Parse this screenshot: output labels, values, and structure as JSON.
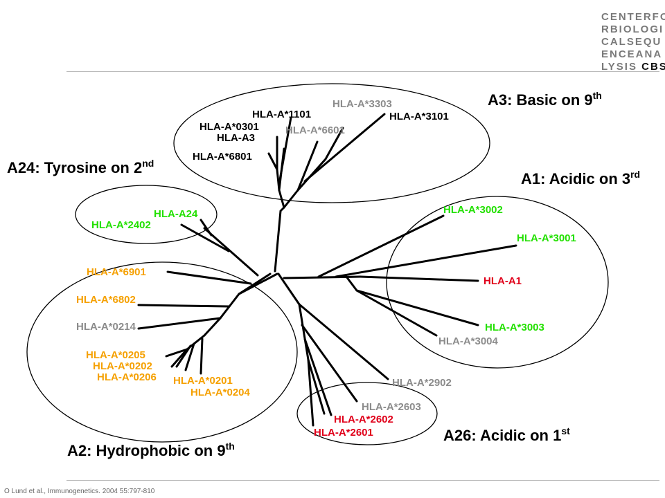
{
  "logo": {
    "lines": [
      "CENTERFO",
      "RBIOLOGI",
      "CALSEQU",
      "ENCEANA",
      "LYSIS"
    ],
    "suffix": "CBS"
  },
  "citation": "O Lund et al., Immunogenetics. 2004 55:797-810",
  "colors": {
    "black": "#000000",
    "green": "#22e000",
    "orange": "#f5a000",
    "red": "#e0001a",
    "gray": "#8c8c8c"
  },
  "groups": {
    "a3": {
      "main": "A3: Basic on 9",
      "sup": "th"
    },
    "a24": {
      "main": "A24: Tyrosine on 2",
      "sup": "nd"
    },
    "a1": {
      "main": "A1: Acidic on 3",
      "sup": "rd"
    },
    "a2": {
      "main": "A2: Hydrophobic on 9",
      "sup": "th"
    },
    "a26": {
      "main": "A26: Acidic on 1",
      "sup": "st"
    }
  },
  "leaves": {
    "a3303": "HLA-A*3303",
    "a1101": "HLA-A*1101",
    "a3101": "HLA-A*3101",
    "a0301": "HLA-A*0301",
    "a6601": "HLA-A*6601",
    "a3": "HLA-A3",
    "a6801": "HLA-A*6801",
    "a24": "HLA-A24",
    "a2402": "HLA-A*2402",
    "a3002": "HLA-A*3002",
    "a3001": "HLA-A*3001",
    "a1": "HLA-A1",
    "a3003": "HLA-A*3003",
    "a3004": "HLA-A*3004",
    "a6901": "HLA-A*6901",
    "a6802": "HLA-A*6802",
    "a0214": "HLA-A*0214",
    "a0205": "HLA-A*0205",
    "a0202": "HLA-A*0202",
    "a0206": "HLA-A*0206",
    "a0201": "HLA-A*0201",
    "a0204": "HLA-A*0204",
    "a2902": "HLA-A*2902",
    "a2603": "HLA-A*2603",
    "a2602": "HLA-A*2602",
    "a2601": "HLA-A*2601"
  }
}
